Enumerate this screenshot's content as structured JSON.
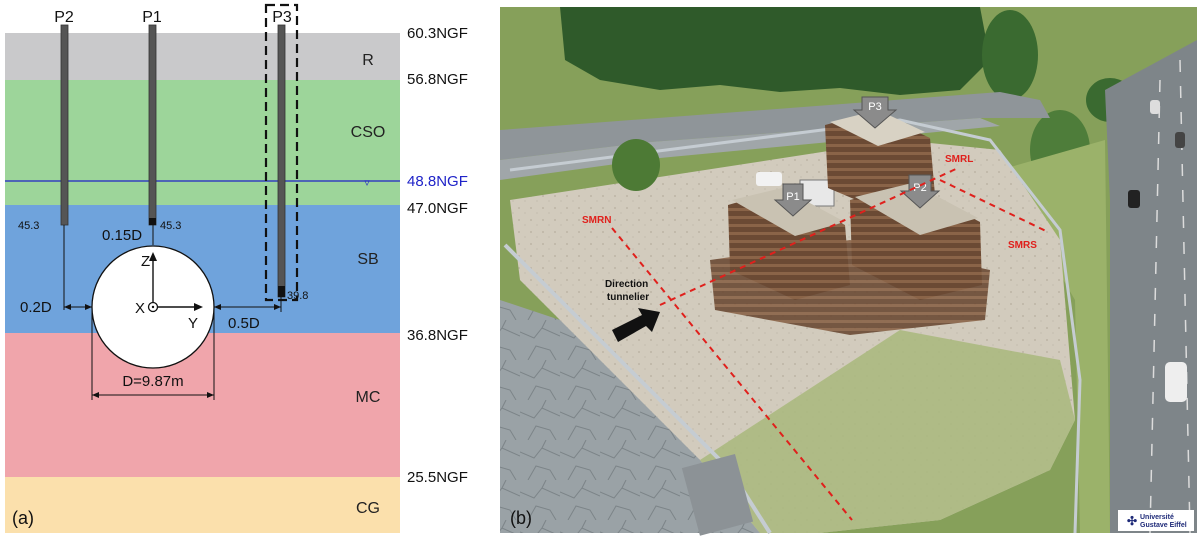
{
  "panel_a": {
    "label": "(a)",
    "piles": {
      "p2": "P2",
      "p1": "P1",
      "p3": "P3"
    },
    "layers": [
      {
        "name": "R",
        "color": "#c9c9cb"
      },
      {
        "name": "CSO",
        "color": "#9dd59a"
      },
      {
        "name": "SB",
        "color": "#6fa3dc"
      },
      {
        "name": "MC",
        "color": "#f0a5ab"
      },
      {
        "name": "CG",
        "color": "#fbe0ac"
      }
    ],
    "elevations": {
      "top": "60.3NGF",
      "r_bottom": "56.8NGF",
      "water_table": "48.8NGF",
      "cso_bottom": "47.0NGF",
      "sb_bottom": "36.8NGF",
      "mc_bottom": "25.5NGF"
    },
    "pile_tips": {
      "p2": "45.3",
      "p1": "45.3",
      "p3": "39.8"
    },
    "dimensions": {
      "p1_gap": "0.15D",
      "p2_offset": "0.2D",
      "p3_offset": "0.5D",
      "diameter": "D=9.87m"
    },
    "axes": {
      "x": "X",
      "y": "Y",
      "z": "Z"
    },
    "water_marker": "▿",
    "water_color": "#1f23c8"
  },
  "panel_b": {
    "label": "(b)",
    "pile_tags": {
      "p1": "P1",
      "p2": "P2",
      "p3": "P3"
    },
    "markers": {
      "smrn": "SMRN",
      "smrl": "SMRL",
      "smrs": "SMRS"
    },
    "direction_label": "Direction\ntunnelier",
    "logo_text": "Université\nGustave Eiffel",
    "marker_color": "#e0201c"
  }
}
